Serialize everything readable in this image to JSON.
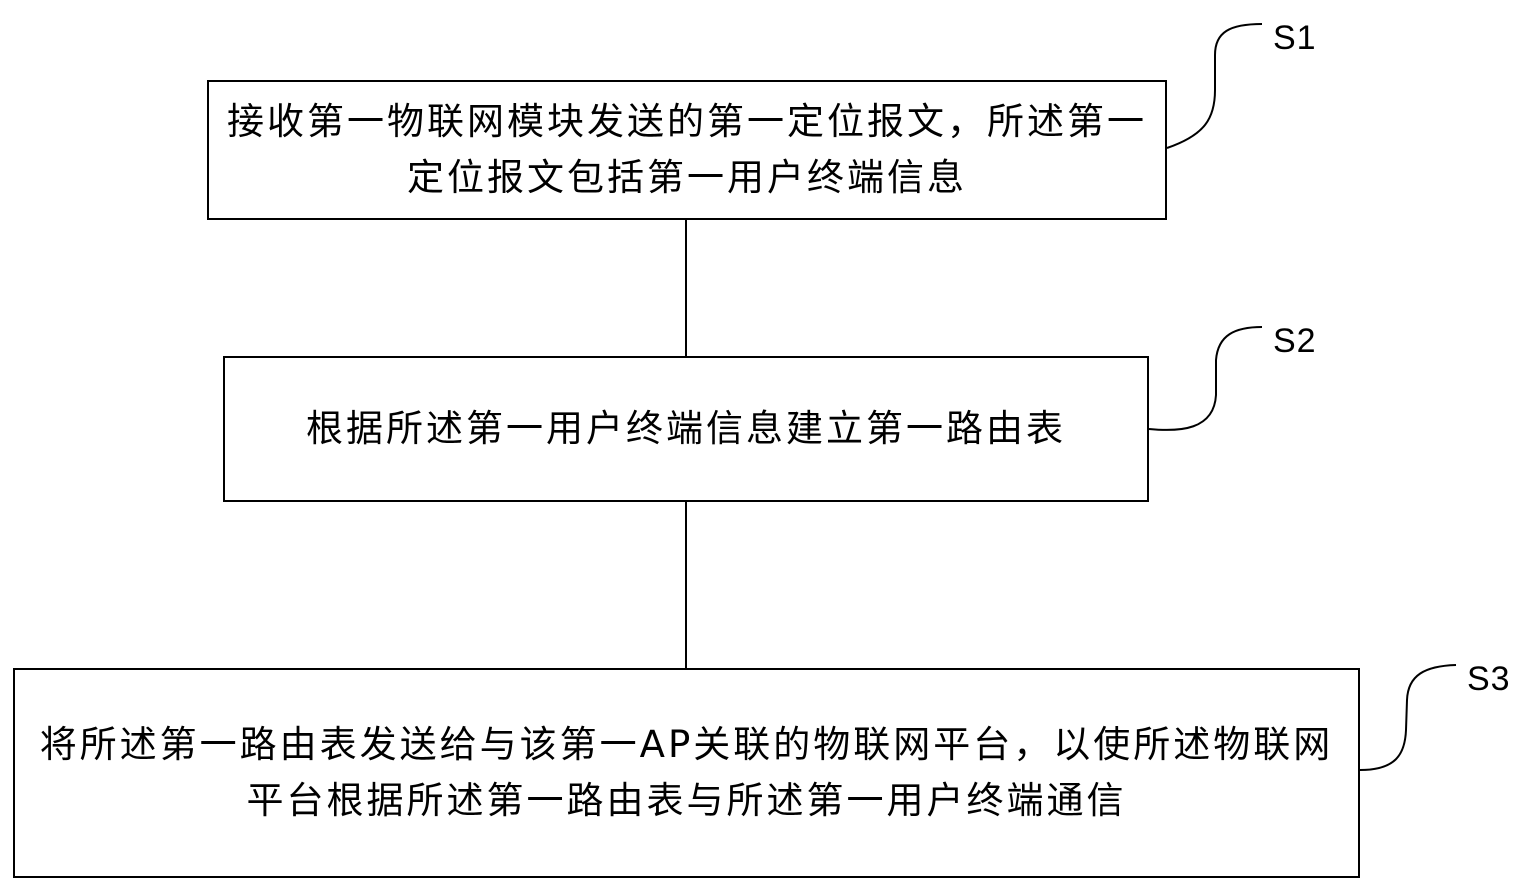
{
  "steps": [
    {
      "id": "S1",
      "label": "S1",
      "lines": [
        "接收第一物联网模块发送的第一定位报文，所述第一",
        "定位报文包括第一用户终端信息"
      ]
    },
    {
      "id": "S2",
      "label": "S2",
      "lines": [
        "根据所述第一用户终端信息建立第一路由表"
      ]
    },
    {
      "id": "S3",
      "label": "S3",
      "lines": [
        "将所述第一路由表发送给与该第一AP关联的物联网平台，以使所述物联网",
        "平台根据所述第一路由表与所述第一用户终端通信"
      ]
    }
  ],
  "colors": {
    "line": "#000000",
    "background": "#ffffff"
  }
}
